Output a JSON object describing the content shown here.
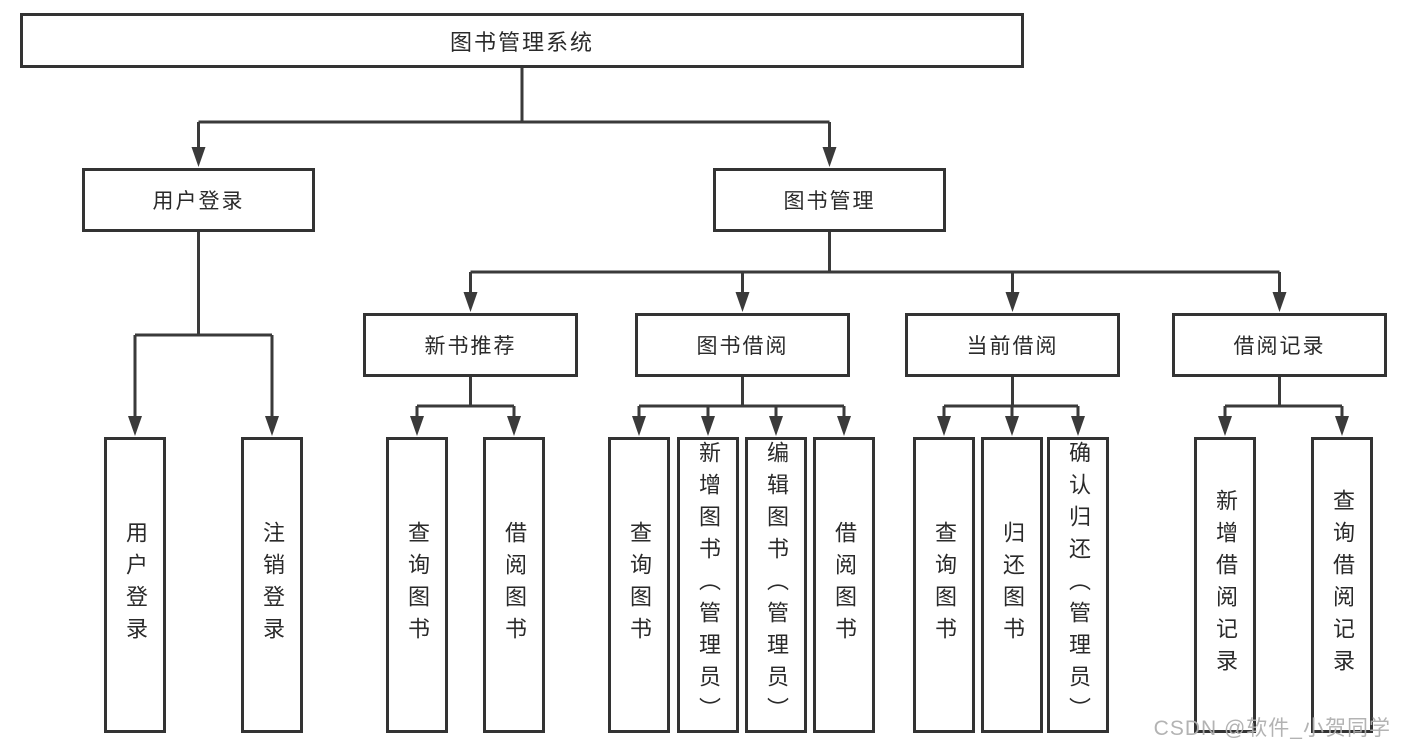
{
  "diagram": {
    "title": "图书管理系统",
    "root": {
      "label": "图书管理系统"
    },
    "level2": [
      {
        "label": "用户登录"
      },
      {
        "label": "图书管理"
      }
    ],
    "level3": [
      {
        "label": "新书推荐"
      },
      {
        "label": "图书借阅"
      },
      {
        "label": "当前借阅"
      },
      {
        "label": "借阅记录"
      }
    ],
    "leaves": {
      "user_login": [
        "用户登录",
        "注销登录"
      ],
      "new_books": [
        "查询图书",
        "借阅图书"
      ],
      "book_borrow": [
        "查询图书",
        "新增图书（管理员）",
        "编辑图书（管理员）",
        "借阅图书"
      ],
      "current_borrow": [
        "查询图书",
        "归还图书",
        "确认归还（管理员）"
      ],
      "borrow_records": [
        "新增借阅记录",
        "查询借阅记录"
      ]
    }
  },
  "watermark": "CSDN @软件_小贺同学",
  "colors": {
    "line": "#3a3a3a",
    "border": "#333333",
    "text": "#2a2a2a",
    "watermark": "#afafaf",
    "background": "#ffffff"
  }
}
